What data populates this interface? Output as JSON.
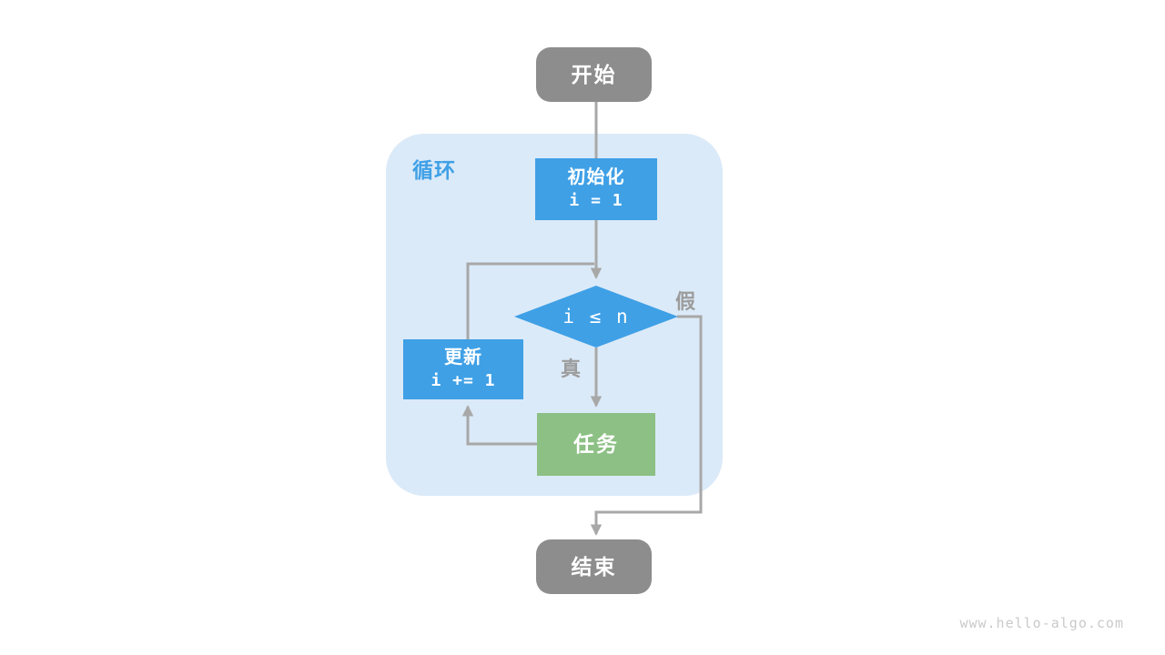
{
  "diagram": {
    "title_label": "循环",
    "nodes": {
      "start": {
        "label": "开始",
        "type": "terminal"
      },
      "init": {
        "label": "初始化",
        "code": "i = 1",
        "type": "process"
      },
      "condition": {
        "label": "i ≤ n",
        "type": "decision"
      },
      "update": {
        "label": "更新",
        "code": "i += 1",
        "type": "process"
      },
      "task": {
        "label": "任务",
        "type": "process"
      },
      "end": {
        "label": "结束",
        "type": "terminal"
      }
    },
    "edges": [
      {
        "from": "start",
        "to": "init",
        "label": ""
      },
      {
        "from": "init",
        "to": "condition",
        "label": ""
      },
      {
        "from": "condition",
        "to": "task",
        "label": "真"
      },
      {
        "from": "condition",
        "to": "end",
        "label": "假"
      },
      {
        "from": "task",
        "to": "update",
        "label": ""
      },
      {
        "from": "update",
        "to": "condition",
        "label": ""
      }
    ],
    "edge_labels": {
      "true": "真",
      "false": "假"
    }
  },
  "colors": {
    "blue": "#3FA0E6",
    "light-blue": "#DBEAF8",
    "green": "#8CC084",
    "gray-node": "#8D8D8D",
    "line": "#A8A8A8",
    "label-gray": "#9C9C9C",
    "watermark": "#CACACA"
  },
  "footer": {
    "watermark": "www.hello-algo.com"
  }
}
